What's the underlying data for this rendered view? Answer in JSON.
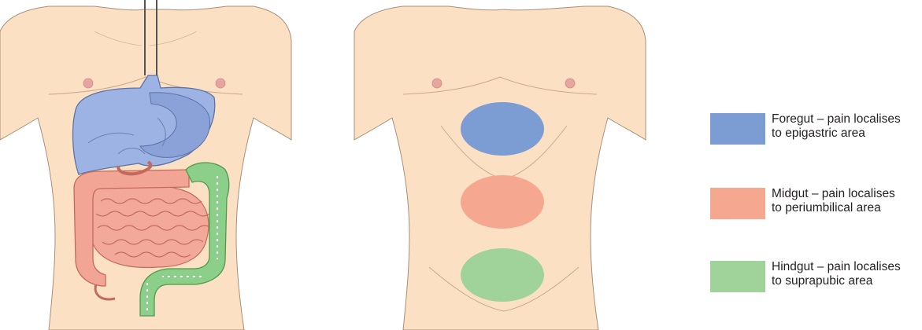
{
  "colors": {
    "skin": "#fce0c4",
    "skin_outline": "#a88f7a",
    "nipple": "#e8a5a0",
    "foregut": "#7c9cd4",
    "midgut": "#f5a88f",
    "hindgut": "#9fd39a",
    "liver": "#9db3e3",
    "small_intestine": "#f2a99a",
    "colon_right": "#f2a595",
    "colon_left": "#8ccf8a",
    "background": "#ffffff"
  },
  "legend": {
    "items": [
      {
        "key": "foregut",
        "color": "#7c9cd4",
        "line1": "Foregut – pain localises",
        "line2": "to epigastric area"
      },
      {
        "key": "midgut",
        "color": "#f5a88f",
        "line1": "Midgut – pain localises",
        "line2": "to periumbilical area"
      },
      {
        "key": "hindgut",
        "color": "#9fd39a",
        "line1": "Hindgut – pain localises",
        "line2": "to suprapubic area"
      }
    ]
  }
}
